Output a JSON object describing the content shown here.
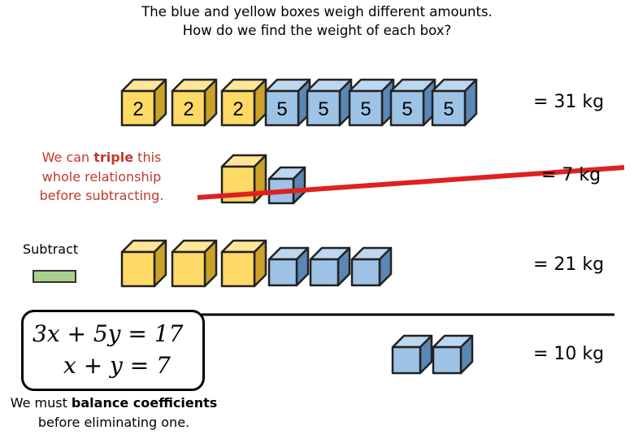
{
  "title": {
    "line1": "The blue and yellow boxes weigh different amounts.",
    "line2": "How do we find the weight of each box?"
  },
  "rows": [
    {
      "yellow": 3,
      "blue": 5,
      "yellow_label": "2",
      "blue_label": "5",
      "result": "= 31 kg"
    },
    {
      "yellow": 1,
      "blue": 1,
      "result": "= 7 kg",
      "crossed_out": true
    },
    {
      "yellow": 3,
      "blue": 3,
      "result": "= 21 kg"
    },
    {
      "yellow": 0,
      "blue": 2,
      "result": "= 10 kg"
    }
  ],
  "note_red": {
    "pre": "We can ",
    "bold": "triple",
    "post": " this whole relationship before subtracting."
  },
  "subtract_label": "Subtract",
  "equations": {
    "eq1": "3x + 5y = 17",
    "eq2": "x + y = 7"
  },
  "note_bottom": {
    "pre": "We must ",
    "bold": "balance coefficients",
    "post": " before eliminating one."
  },
  "colors": {
    "yellow_front": "#ffd966",
    "yellow_side": "#c9a227",
    "yellow_top": "#ffe699",
    "blue_front": "#9dc3e6",
    "blue_side": "#5b87b5",
    "blue_top": "#bdd7ee",
    "strike": "#e02020",
    "subtract_bar": "#a9d18e"
  }
}
